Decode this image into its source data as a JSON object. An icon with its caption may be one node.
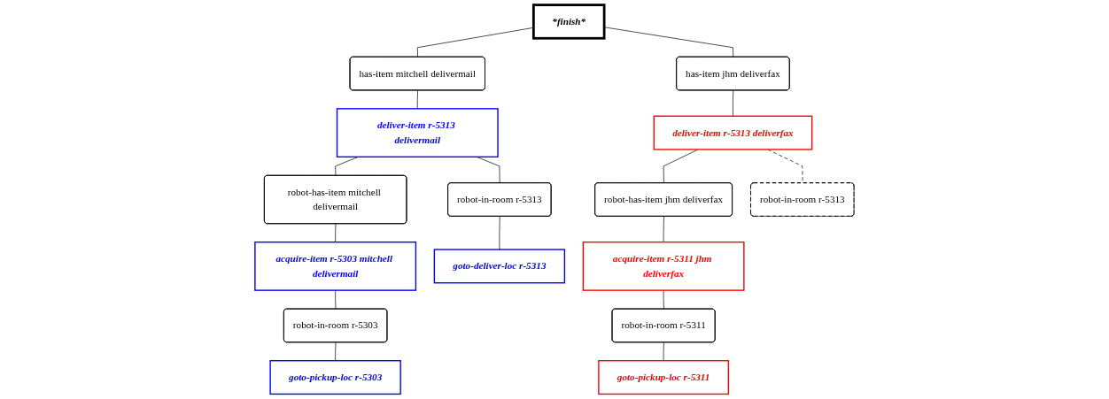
{
  "diagram": {
    "nodes": [
      {
        "text": [
          "*finish*"
        ]
      },
      {
        "text": [
          "has-item mitchell delivermail"
        ]
      },
      {
        "text": [
          "has-item jhm deliverfax"
        ]
      },
      {
        "text": [
          "deliver-item r-5313 delivermail"
        ]
      },
      {
        "text": [
          "deliver-item r-5313 deliverfax"
        ]
      },
      {
        "text": [
          "robot-has-item mitchell delivermail"
        ]
      },
      {
        "text": [
          "robot-in-room r-5313"
        ]
      },
      {
        "text": [
          "robot-has-item jhm deliverfax"
        ]
      },
      {
        "text": [
          "robot-in-room r-5313"
        ]
      },
      {
        "text": [
          "acquire-item r-5303 mitchell delivermail"
        ]
      },
      {
        "text": [
          "goto-deliver-loc r-5313"
        ]
      },
      {
        "text": [
          "acquire-item r-5311 jhm deliverfax"
        ]
      },
      {
        "text": [
          "robot-in-room r-5303"
        ]
      },
      {
        "text": [
          "robot-in-room r-5311"
        ]
      },
      {
        "text": [
          "goto-pickup-loc r-5303"
        ]
      },
      {
        "text": [
          "goto-pickup-loc r-5311"
        ]
      }
    ],
    "edges": [
      {
        "from": 0,
        "to": 1,
        "arrow": "none"
      },
      {
        "from": 0,
        "to": 2,
        "arrow": "none"
      },
      {
        "from": 1,
        "to": 3,
        "arrow": "none"
      },
      {
        "from": 2,
        "to": 4,
        "arrow": "none"
      },
      {
        "from": 3,
        "to": 5,
        "arrow": "none"
      },
      {
        "from": 3,
        "to": 6,
        "arrow": "none"
      },
      {
        "from": 4,
        "to": 7,
        "arrow": "none"
      },
      {
        "from": 4,
        "to": 8,
        "arrow": "none",
        "style": "dashed"
      },
      {
        "from": 5,
        "to": 9,
        "arrow": "none"
      },
      {
        "from": 6,
        "to": 10,
        "arrow": "none"
      },
      {
        "from": 7,
        "to": 11,
        "arrow": "none"
      },
      {
        "from": 9,
        "to": 12,
        "arrow": "none"
      },
      {
        "from": 11,
        "to": 13,
        "arrow": "none"
      },
      {
        "from": 12,
        "to": 14,
        "arrow": "none"
      },
      {
        "from": 13,
        "to": 15,
        "arrow": "none"
      }
    ]
  }
}
